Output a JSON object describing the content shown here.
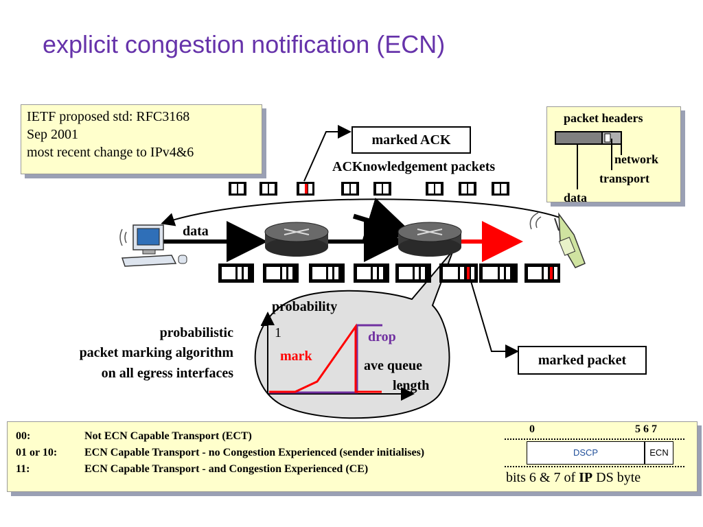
{
  "title": "explicit congestion notification (ECN)",
  "ietf_note": [
    "IETF proposed std: RFC3168",
    "Sep 2001",
    "most recent change to IPv4&6"
  ],
  "packet_headers": {
    "title": "packet headers",
    "network": "network",
    "transport": "transport",
    "data": "data"
  },
  "marked_ack": "marked ACK",
  "ack_packets": "ACKnowledgement packets",
  "data_label": "data",
  "marked_packet": "marked packet",
  "algorithm": [
    "probabilistic",
    "packet marking algorithm",
    "on all egress interfaces"
  ],
  "graph": {
    "ylabel": "probability",
    "y_one": "1",
    "drop": "drop",
    "mark": "mark",
    "xlabel_1": "ave queue",
    "xlabel_2": "length"
  },
  "codes": [
    {
      "code": "00:",
      "desc": "Not ECN Capable Transport (ECT)"
    },
    {
      "code": "01 or 10:",
      "desc": "ECN Capable Transport - no Congestion Experienced (sender initialises)"
    },
    {
      "code": "11:",
      "desc": "ECN Capable Transport - and Congestion Experienced (CE)"
    }
  ],
  "ds_byte": {
    "bit_0": "0",
    "bit_567": "5 6 7",
    "dscp": "DSCP",
    "ecn": "ECN",
    "caption_pre": "bits 6 & 7 of ",
    "caption_ip": "IP",
    "caption_post": " DS byte"
  },
  "colors": {
    "title": "#6633aa",
    "mark": "#ff0000",
    "drop": "#7030a0",
    "note_bg": "#ffffcc",
    "dscp": "#1f4e99"
  }
}
